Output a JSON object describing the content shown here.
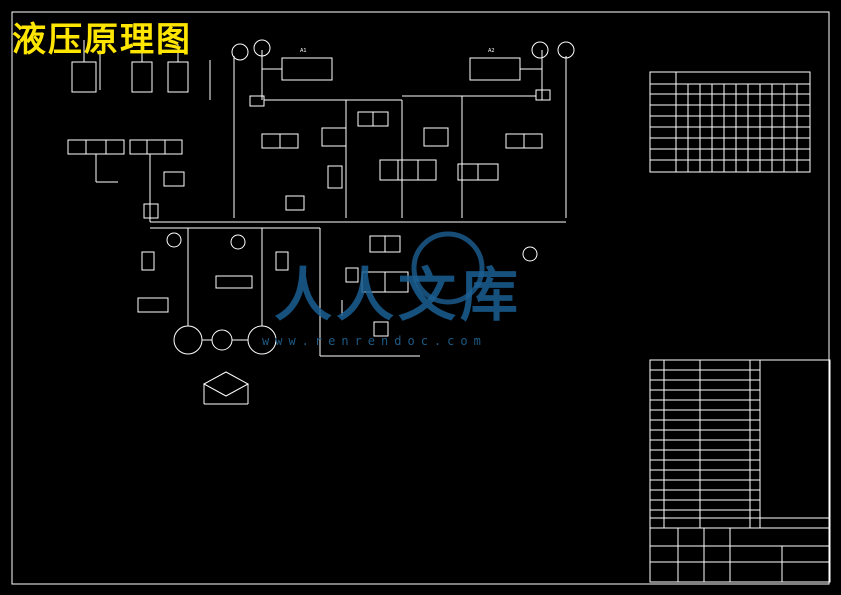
{
  "drawing": {
    "title": "液压原理图",
    "watermark_brand": "人人文库",
    "watermark_url": "www.renrendoc.com"
  },
  "colors": {
    "background": "#000000",
    "lines": "#ffffff",
    "title": "#ffe600",
    "watermark": "#1b5f92"
  }
}
